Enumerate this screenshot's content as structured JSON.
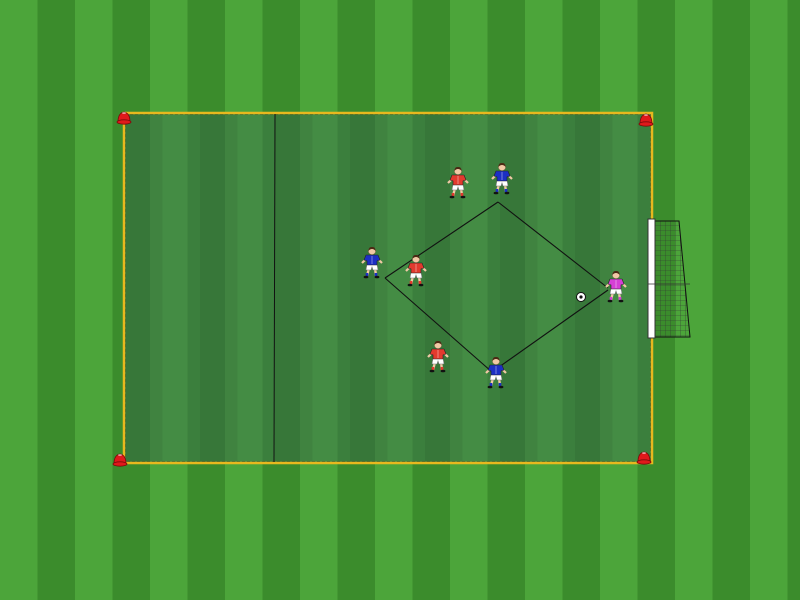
{
  "colors": {
    "grass_light": "#4ca53a",
    "grass_dark": "#3b8c2c",
    "area_tint": "#3c6e52",
    "boundary": "#e8b81e",
    "cone": "#e0191b",
    "team_red": "#e23a2e",
    "team_blue": "#1c2fc4",
    "goalkeeper": "#d63fd6",
    "shorts": "#ffffff",
    "line": "#111111"
  },
  "players": [
    {
      "name": "player-red-top",
      "team": "red"
    },
    {
      "name": "player-blue-top",
      "team": "blue"
    },
    {
      "name": "player-blue-left",
      "team": "blue"
    },
    {
      "name": "player-red-left",
      "team": "red"
    },
    {
      "name": "player-red-bottom",
      "team": "red"
    },
    {
      "name": "player-blue-bottom",
      "team": "blue"
    },
    {
      "name": "goalkeeper",
      "team": "keeper"
    }
  ]
}
